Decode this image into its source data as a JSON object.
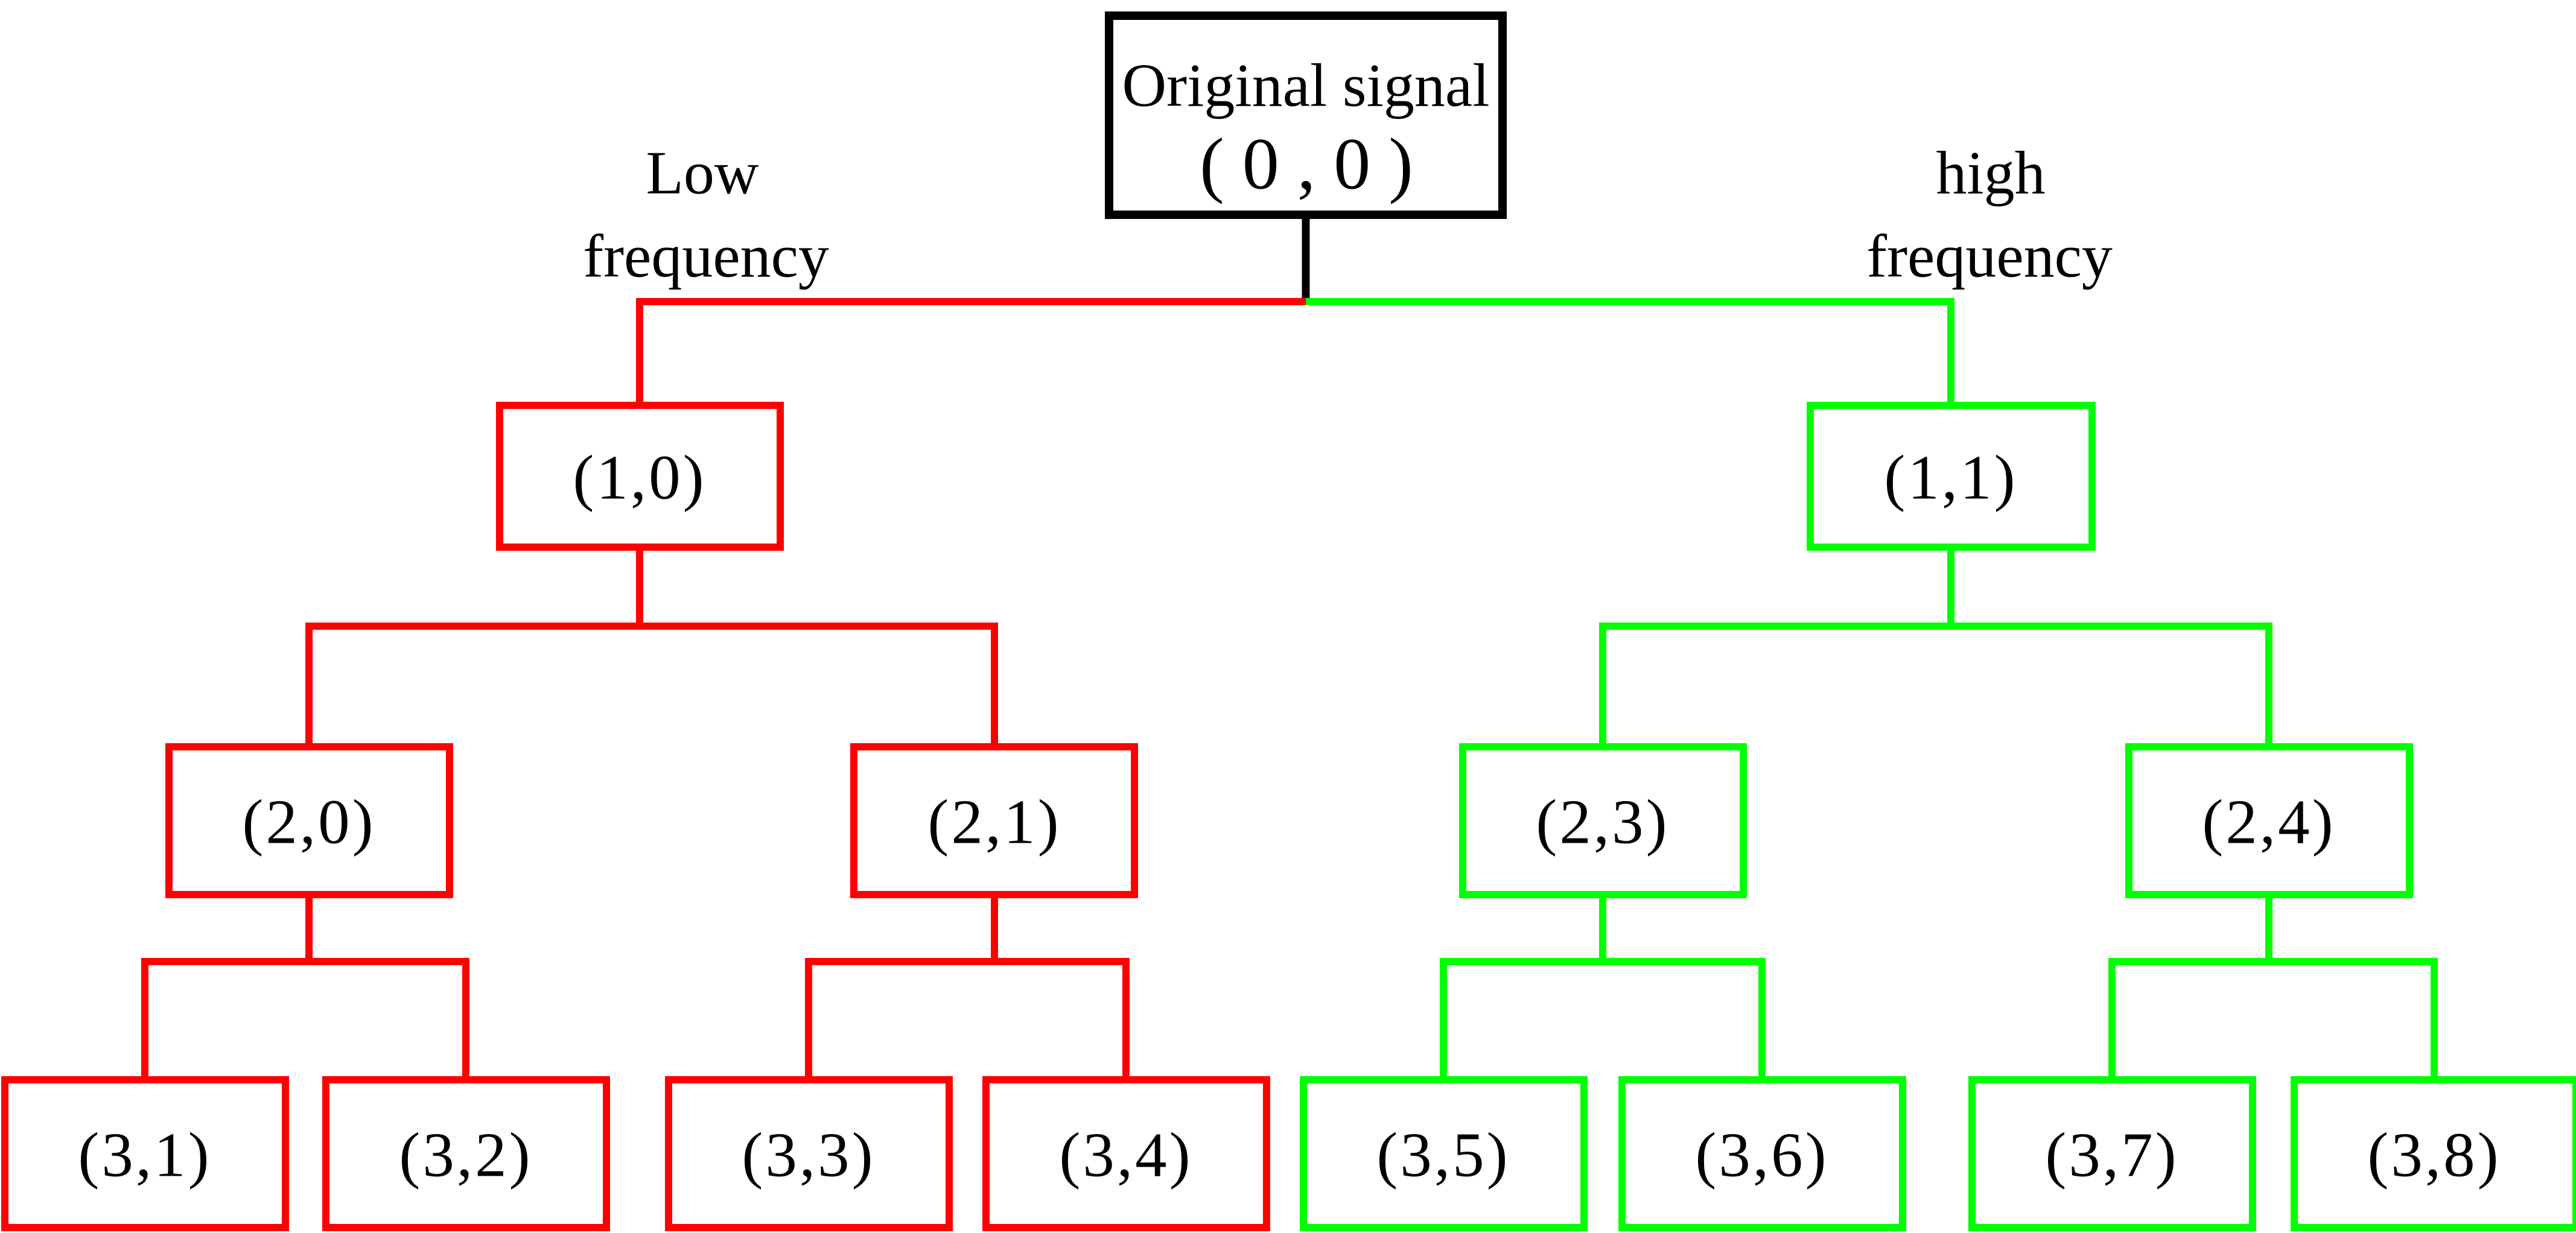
{
  "figure": {
    "type": "wavelet-packet-decomposition-tree",
    "background_color": "#ffffff",
    "colors": {
      "root_outline": "#000000",
      "label_text": "#000000",
      "low_frequency_branch": "#ff0000",
      "high_frequency_branch": "#00ff00"
    },
    "root": {
      "title": "Original signal",
      "label": "(0,0)"
    },
    "branch_annotations": {
      "low": {
        "line1": "Low",
        "line2": "frequency"
      },
      "high": {
        "line1": "high",
        "line2": "frequency"
      }
    },
    "nodes": {
      "n10": {
        "label": "(1,0)"
      },
      "n11": {
        "label": "(1,1)"
      },
      "n20": {
        "label": "(2,0)"
      },
      "n21": {
        "label": "(2,1)"
      },
      "n23": {
        "label": "(2,3)"
      },
      "n24": {
        "label": "(2,4)"
      },
      "n31": {
        "label": "(3,1)"
      },
      "n32": {
        "label": "(3,2)"
      },
      "n33": {
        "label": "(3,3)"
      },
      "n34": {
        "label": "(3,4)"
      },
      "n35": {
        "label": "(3,5)"
      },
      "n36": {
        "label": "(3,6)"
      },
      "n37": {
        "label": "(3,7)"
      },
      "n38": {
        "label": "(3,8)"
      }
    }
  }
}
